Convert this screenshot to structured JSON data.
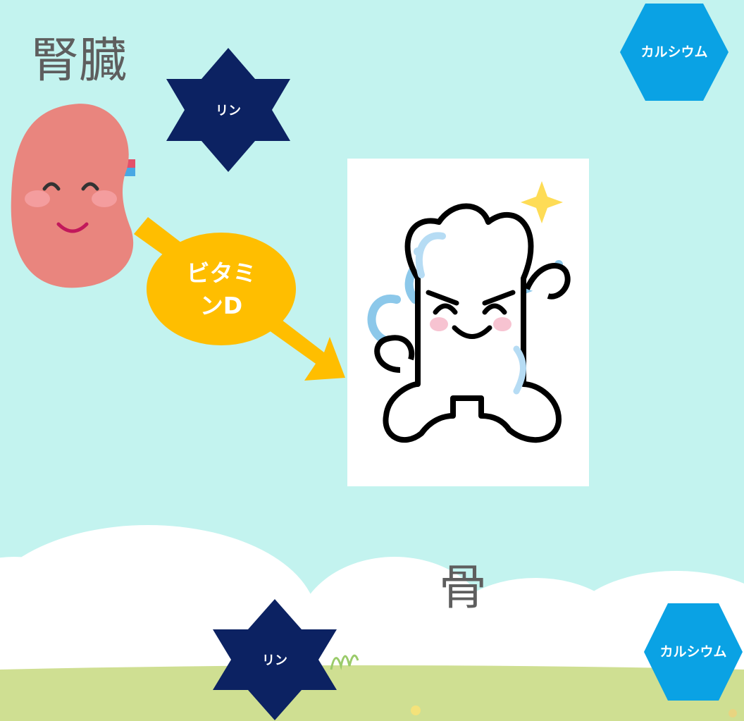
{
  "labels": {
    "kidney_title": "腎臓",
    "bone_title": "骨",
    "vitamin_d": "ビタミンD",
    "phosphorus_top": "リン",
    "phosphorus_bottom": "リン",
    "calcium_top": "カルシウム",
    "calcium_bottom": "カルシウム"
  },
  "colors": {
    "background": "#c3f3ef",
    "navy": "#0c2262",
    "calcium_blue": "#0aa2e4",
    "vitamin_yellow": "#ffbe00",
    "title_gray": "#5e5e5e"
  },
  "illustrations": {
    "kidney": "kidney-character-icon",
    "bone": "bone-character-icon",
    "scenery": "cloud-grass-scenery"
  }
}
